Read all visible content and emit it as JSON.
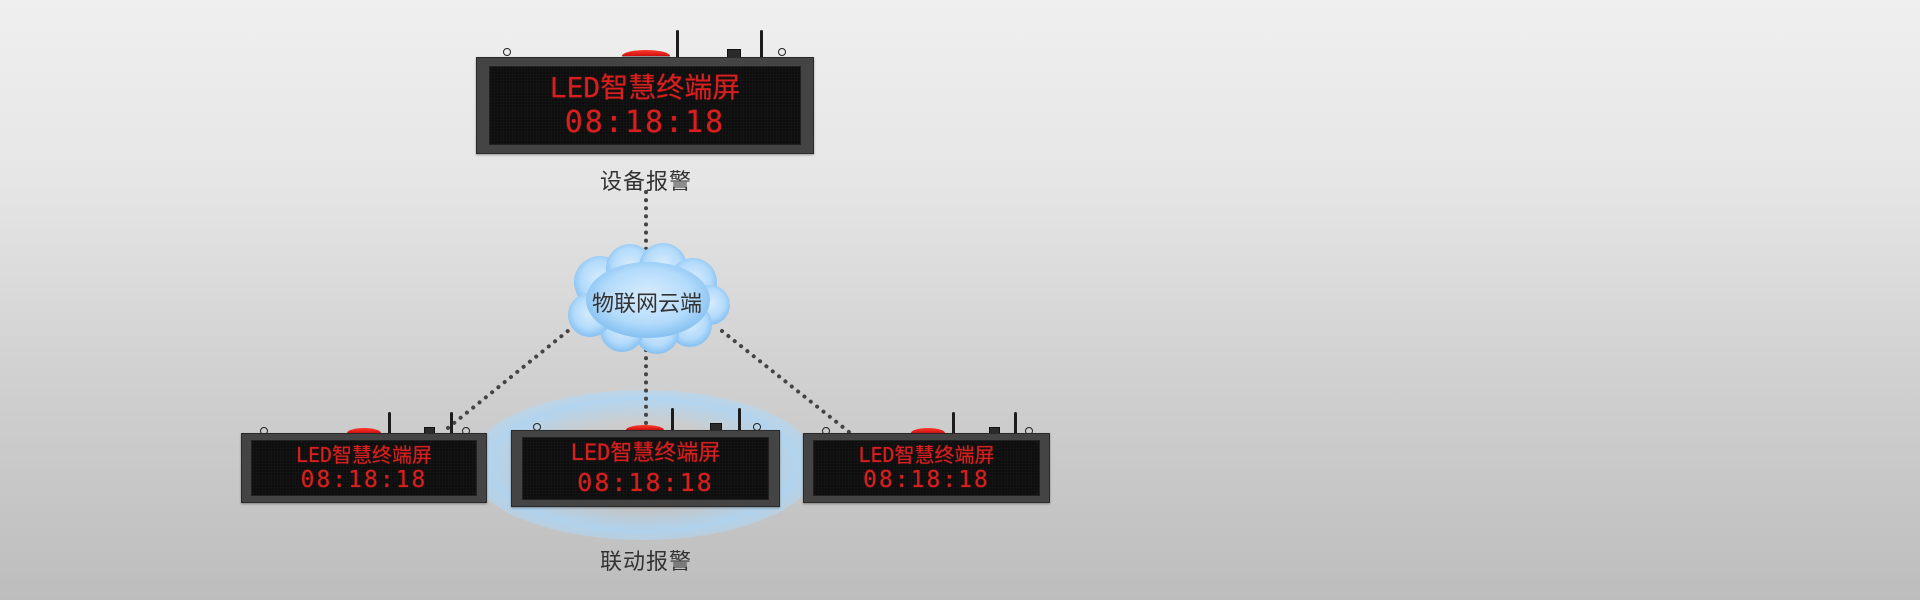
{
  "diagram": {
    "top_label": "设备报警",
    "cloud_label": "物联网云端",
    "bottom_label": "联动报警",
    "colors": {
      "led_text": "#d81e1e",
      "frame": "#444444",
      "screen": "#0e0e0e",
      "cloud": "#9fd0f7",
      "link": "#444444",
      "label": "#333333"
    },
    "devices": [
      {
        "id": "top",
        "line1": "LED智慧终端屏",
        "line2": "08:18:18"
      },
      {
        "id": "bottom-left",
        "line1": "LED智慧终端屏",
        "line2": "08:18:18"
      },
      {
        "id": "bottom-center",
        "line1": "LED智慧终端屏",
        "line2": "08:18:18"
      },
      {
        "id": "bottom-right",
        "line1": "LED智慧终端屏",
        "line2": "08:18:18"
      }
    ],
    "connections": [
      {
        "from": "top",
        "to": "cloud"
      },
      {
        "from": "cloud",
        "to": "bottom-left"
      },
      {
        "from": "cloud",
        "to": "bottom-center"
      },
      {
        "from": "cloud",
        "to": "bottom-right"
      }
    ]
  }
}
